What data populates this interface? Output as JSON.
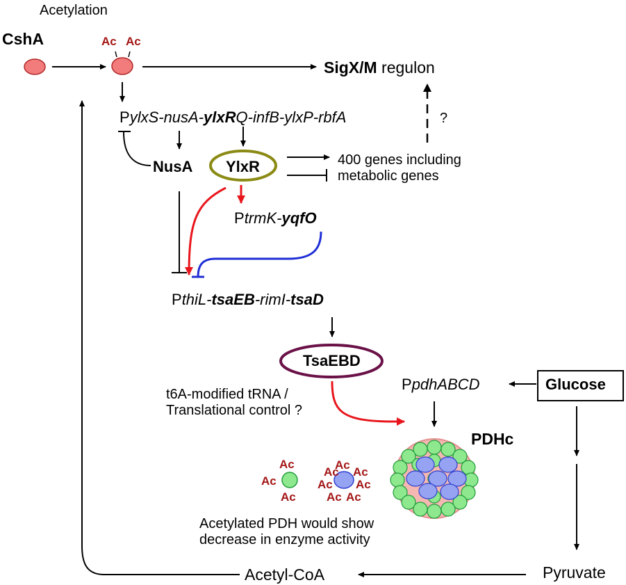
{
  "colors": {
    "acetyl": "#a31616",
    "red_arrow": "#e8161c",
    "blue_arrow": "#1f2ed6",
    "ylxr_oval": "#8a8a14",
    "tsaebd_oval": "#6a1148",
    "csha_fill": "#f27b7b",
    "pdh_small": "#8ee88e",
    "pdh_large": "#96a3f2"
  },
  "labels": {
    "acetylation": "Acetylation",
    "csha": "CshA",
    "ac": "Ac",
    "sigxm_bold": "SigX/M",
    "sigxm_rest": " regulon",
    "operon1": {
      "p": "P",
      "a": "ylxS-nusA-",
      "b": "ylxR",
      "c": "Q-infB-ylxP-rbfA"
    },
    "question1": "?",
    "nusa": "NusA",
    "ylxr": "YlxR",
    "genes_line1": "400 genes including",
    "genes_line2": "metabolic genes",
    "operon2": {
      "p": "P",
      "a": "trmK-",
      "b": "yqfO"
    },
    "operon3": {
      "p": "P",
      "a": "thiL-",
      "b": "tsaEB",
      "c": "-rimI-",
      "d": "tsaD"
    },
    "tsaebd": "TsaEBD",
    "t6a_line1": "t6A-modified tRNA /",
    "t6a_line2": "Translational control ?",
    "operon4": {
      "p": "P",
      "a": "pdhABCD"
    },
    "glucose": "Glucose",
    "pdhc": "PDHc",
    "acetylated_line1": "Acetylated PDH would show",
    "acetylated_line2": "decrease in enzyme activity",
    "pyruvate": "Pyruvate",
    "acetylcoa": "Acetyl-CoA"
  },
  "icons": [
    "csha-protein-icon",
    "acetylated-csha-icon",
    "pdh-complex-icon",
    "acetylated-e1-subunit-icon",
    "acetylated-e2-subunit-icon"
  ]
}
